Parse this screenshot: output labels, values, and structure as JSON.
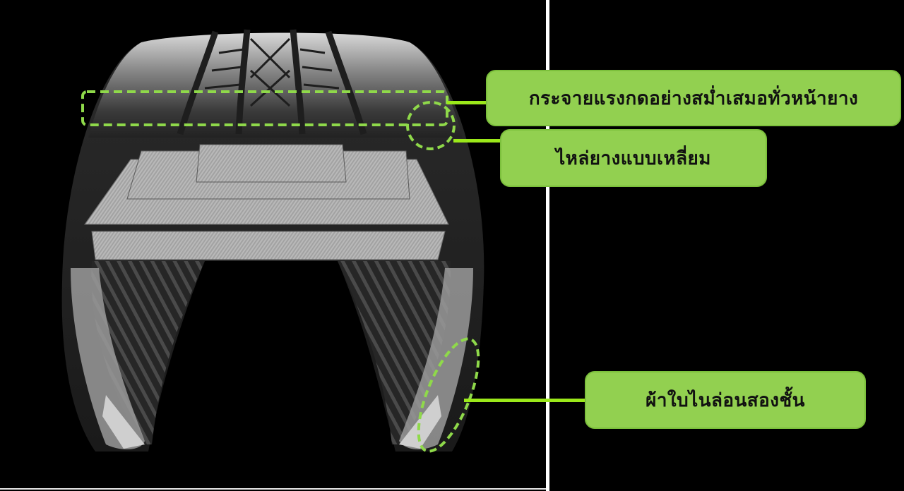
{
  "diagram": {
    "subject": "tire-cross-section",
    "colors": {
      "background": "#000000",
      "label_fill": "#92d050",
      "label_border": "#7cc03c",
      "connector": "#9be81a",
      "highlight_dash": "#8fd94a",
      "divider": "#ffffff",
      "label_text": "#111111"
    },
    "callouts": [
      {
        "id": "tread",
        "label": "กระจายแรงกดอย่างสม่ำเสมอทั่วหน้ายาง"
      },
      {
        "id": "shoulder",
        "label": "ไหล่ยางแบบเหลี่ยม"
      },
      {
        "id": "sidewall",
        "label": "ผ้าใบไนล่อนสองชั้น"
      }
    ]
  }
}
